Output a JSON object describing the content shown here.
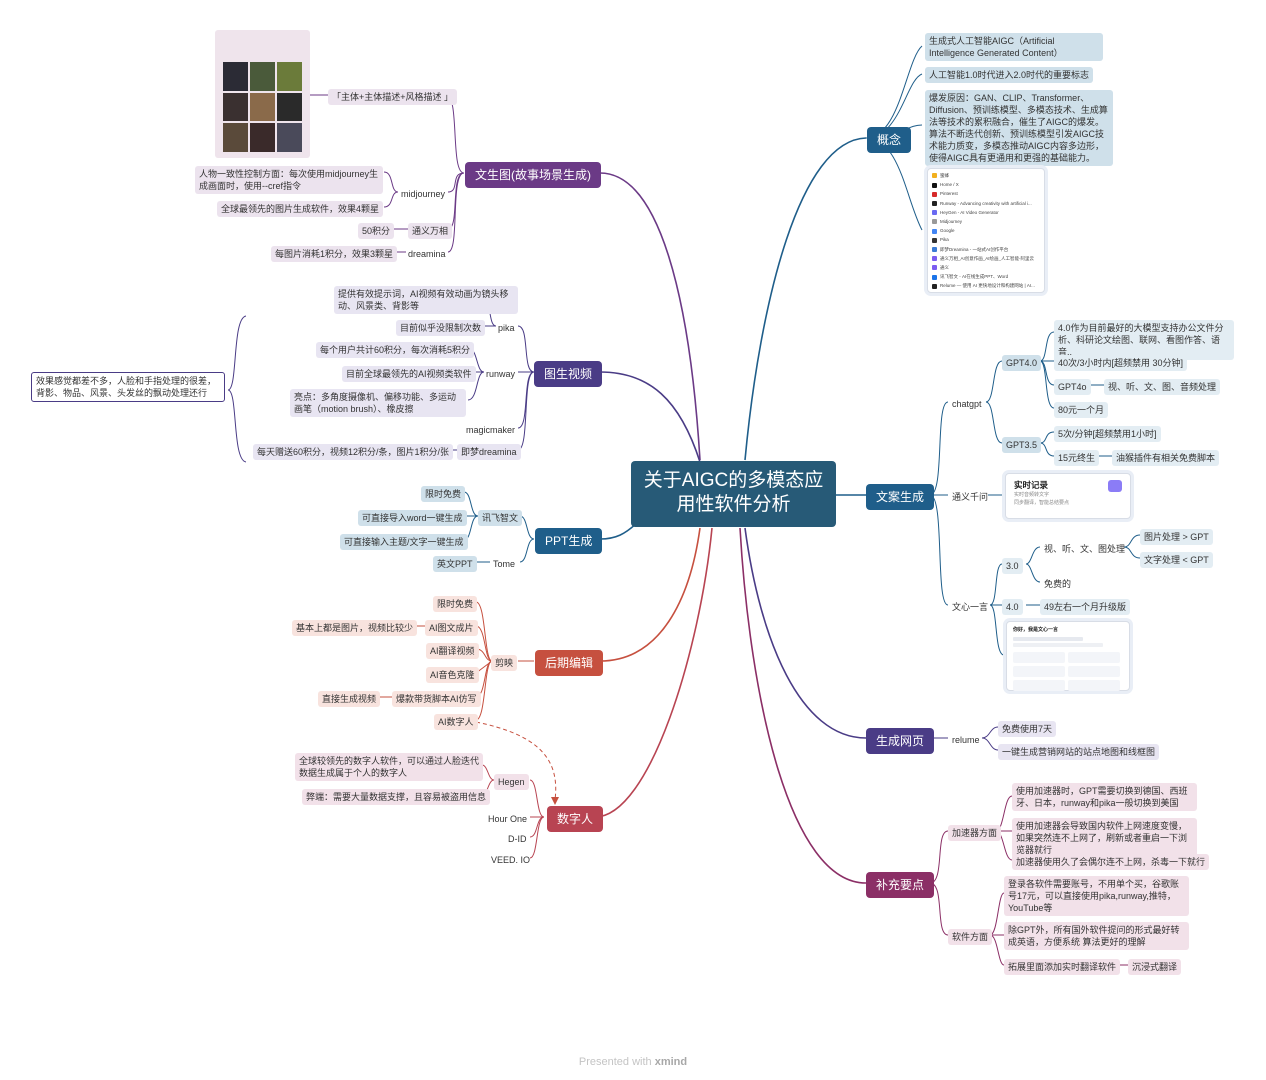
{
  "center": "关于AIGC的多模态应用性软件分析",
  "footer": {
    "prefix": "Presented with",
    "brand": "xmind"
  },
  "colors": {
    "blue": "#1f5e8a",
    "purple": "#6b3a86",
    "indigo": "#4a3c86",
    "red": "#c6503f",
    "magenta": "#8b2f66",
    "center": "#275a77"
  },
  "concept": {
    "title": "概念",
    "items": [
      "生成式人工智能AIGC（Artificial Intelligence Generated Content）",
      "人工智能1.0时代进入2.0时代的重要标志",
      "爆发原因：GAN、CLIP、Transformer、Diffusion、预训练模型、多模态技术、生成算法等技术的累积融合，催生了AIGC的爆发。算法不断迭代创新、预训练模型引发AIGC技术能力质变，多模态推动AIGC内容多边形，使得AIGC具有更通用和更强的基础能力。"
    ],
    "links": [
      "蜜蜂",
      "Home / X",
      "Pinterest",
      "Runway - Advancing creativity with artificial i...",
      "HeyGen - AI Video Generator",
      "Midjourney",
      "Google",
      "Pika",
      "即梦Dreamina - 一站式AI创作平台",
      "通义万相_AI创意作画_AI绘画_人工智能-阿里云",
      "通义",
      "讯飞智文 - AI在线生成PPT、Word",
      "Relume — 使用 AI 更快地设计和构建网站 | AI..."
    ]
  },
  "text_gen": {
    "title": "文案生成",
    "chatgpt": "chatgpt",
    "gpt40": "GPT4.0",
    "gpt40_items": [
      "4.0作为目前最好的大模型支持办公文件分析、科研论文绘图、联网、看图作答、语音..",
      "40次/3小时内[超频禁用 30分钟]",
      "GPT4o",
      "80元一个月"
    ],
    "gpt4o_detail": "视、听、文、图、音频处理",
    "gpt35": "GPT3.5",
    "gpt35_items": [
      "5次/分钟[超频禁用1小时]",
      "15元终生"
    ],
    "gpt35_plugin": "油猴插件有相关免费脚本",
    "tongyi": "通义千问",
    "tongyi_card": {
      "title": "实时记录",
      "lines": [
        "实时音频转文字",
        "同步翻译，智能总结要点"
      ]
    },
    "wenxin": "文心一言",
    "v30": "3.0",
    "v30_multi": "视、听、文、图处理",
    "v30_compare": [
      "图片处理 > GPT",
      "文字处理 < GPT"
    ],
    "v30_free": "免费的",
    "v40": "4.0",
    "v40_price": "49左右一个月升级版",
    "wenxin_card": {
      "title": "你好，我是文心一言"
    }
  },
  "webgen": {
    "title": "生成网页",
    "relume": "relume",
    "items": [
      "免费使用7天",
      "一键生成营销网站的站点地图和线框图"
    ]
  },
  "tips": {
    "title": "补充要点",
    "accel": "加速器方面",
    "accel_items": [
      "使用加速器时，GPT需要切换到德国、西班牙、日本，runway和pika一般切换到美国",
      "使用加速器会导致国内软件上网速度变慢，如果突然连不上网了，刷新或者重启一下浏览器就行",
      "加速器使用久了会偶尔连不上网，杀毒一下就行"
    ],
    "software": "软件方面",
    "software_items": [
      "登录各软件需要账号，不用单个买，谷歌账号17元，可以直接使用pika,runway,推特，YouTube等",
      "除GPT外，所有国外软件提问的形式最好转成英语，方便系统 算法更好的理解",
      "拓展里面添加实时翻译软件"
    ],
    "immersive": "沉浸式翻译"
  },
  "txt2img": {
    "title": "文生图(故事场景生成)",
    "formula": "「主体+主体描述+风格描述 」",
    "midjourney": "midjourney",
    "mj_items": [
      "人物一致性控制方面：每次使用midjourney生成画面时，使用--cref指令",
      "全球最领先的图片生成软件，效果4颗星"
    ],
    "tongyi_wx": "通义万相",
    "tongyi_wx_item": "50积分",
    "dreamina": "dreamina",
    "dreamina_item": "每图片消耗1积分，效果3颗星"
  },
  "img2video": {
    "title": "图生视频",
    "pika": "pika",
    "pika_items": [
      "提供有效提示词，AI视频有效动画为镜头移动、风景类、背影等",
      "目前似乎没限制次数"
    ],
    "runway": "runway",
    "runway_items": [
      "每个用户共计60积分，每次消耗5积分",
      "目前全球最领先的AI视频类软件",
      "亮点：多角度摄像机、偏移功能、多运动画笔（motion brush）、橡皮擦"
    ],
    "magicmaker": "magicmaker",
    "jimeng": "即梦dreamina",
    "jimeng_item": "每天赠送60积分，视频12积分/条，图片1积分/张",
    "summary": "效果感觉都差不多，人脸和手指处理的很差，背影、物品、风景、头发丝的飘动处理还行"
  },
  "ppt": {
    "title": "PPT生成",
    "xunfei": "讯飞智文",
    "xunfei_items": [
      "限时免费",
      "可直接导入word一键生成",
      "可直接输入主题/文字一键生成"
    ],
    "tome": "Tome",
    "tome_item": "英文PPT"
  },
  "post": {
    "title": "后期编辑",
    "jianying": "剪映",
    "items": [
      "限时免费",
      "AI图文成片",
      "AI翻译视频",
      "AI音色克隆",
      "爆款带货脚本AI仿写",
      "AI数字人"
    ],
    "img_note": "基本上都是图片，视频比较少",
    "direct": "直接生成视频"
  },
  "human": {
    "title": "数字人",
    "hegen": "Hegen",
    "hegen_items": [
      "全球较领先的数字人软件，可以通过人脸迭代数据生成属于个人的数字人",
      "弊端：需要大量数据支撑，且容易被盗用信息"
    ],
    "others": [
      "Hour One",
      "D-ID",
      "VEED. IO"
    ]
  }
}
